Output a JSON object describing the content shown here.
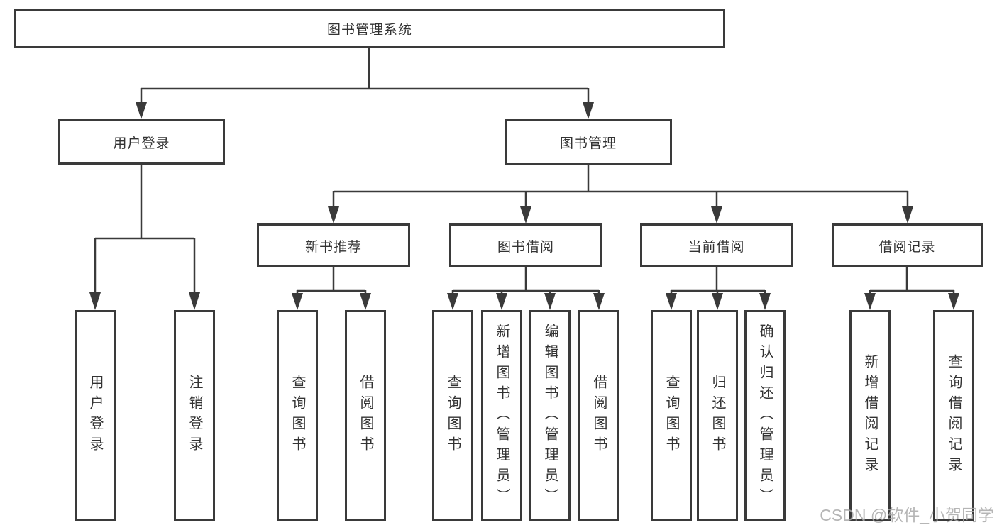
{
  "diagram": {
    "root": {
      "label": "图书管理系统"
    },
    "branches": [
      {
        "label": "用户登录",
        "children": [
          {
            "label": "用户登录"
          },
          {
            "label": "注销登录"
          }
        ]
      },
      {
        "label": "图书管理",
        "children": [
          {
            "label": "新书推荐",
            "children": [
              {
                "label": "查询图书"
              },
              {
                "label": "借阅图书"
              }
            ]
          },
          {
            "label": "图书借阅",
            "children": [
              {
                "label": "查询图书"
              },
              {
                "label": "新增图书（管理员）"
              },
              {
                "label": "编辑图书（管理员）"
              },
              {
                "label": "借阅图书"
              }
            ]
          },
          {
            "label": "当前借阅",
            "children": [
              {
                "label": "查询图书"
              },
              {
                "label": "归还图书"
              },
              {
                "label": "确认归还（管理员）"
              }
            ]
          },
          {
            "label": "借阅记录",
            "children": [
              {
                "label": "新增借阅记录"
              },
              {
                "label": "查询借阅记录"
              }
            ]
          }
        ]
      }
    ],
    "watermark": "CSDN @软件_小贺同学",
    "colors": {
      "line": "#3a3a3a",
      "text": "#333333",
      "watermark": "#a9a9a9",
      "background": "#ffffff"
    }
  }
}
